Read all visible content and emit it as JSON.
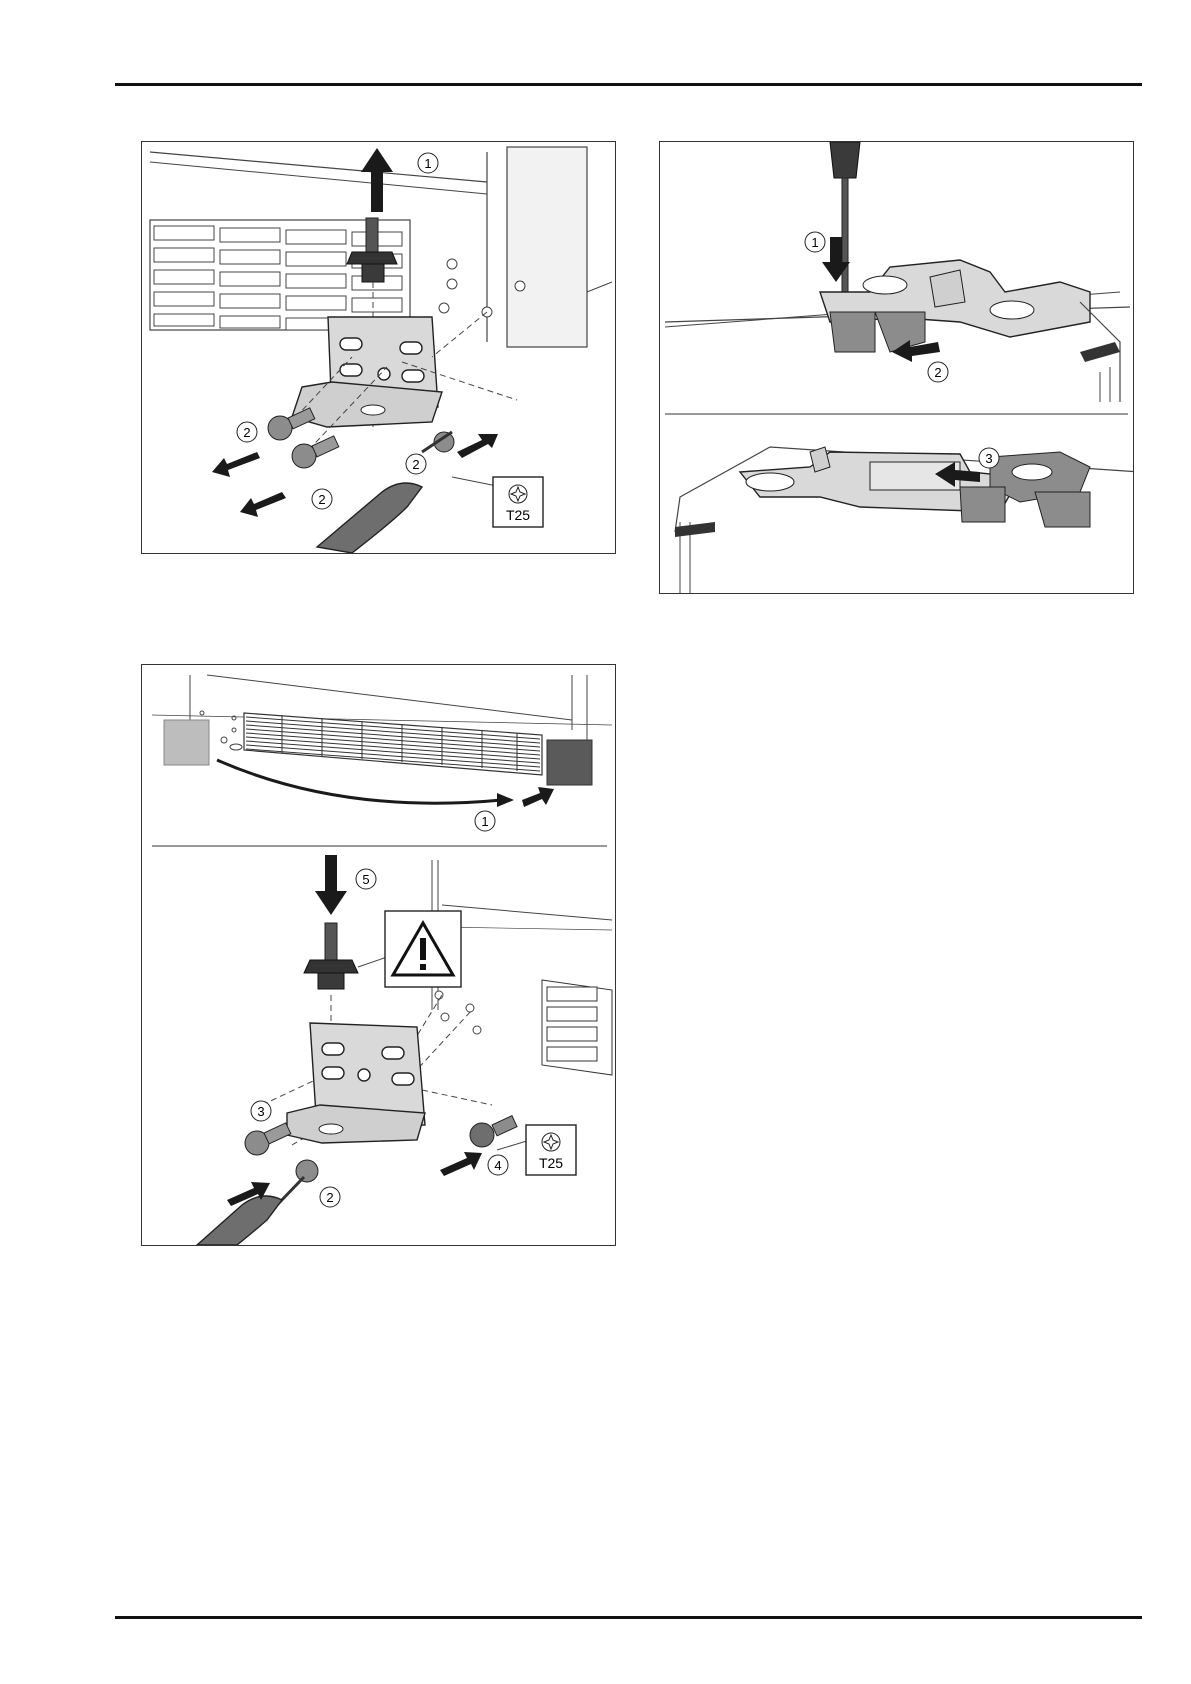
{
  "figures": {
    "fig_a": {
      "callouts": [
        "1",
        "2",
        "2",
        "2",
        "2"
      ],
      "tool": {
        "icon": "torx-icon",
        "label": "T25"
      }
    },
    "fig_b": {
      "callouts": [
        "1",
        "2",
        "3"
      ]
    },
    "fig_c": {
      "callouts": [
        "1",
        "5",
        "3",
        "2",
        "4"
      ],
      "tool": {
        "icon": "torx-icon",
        "label": "T25"
      },
      "warning_icon": "warning-triangle-icon"
    }
  },
  "colors": {
    "line": "#222222",
    "part_fill": "#d9d9d9",
    "dark_part": "#3a3a3a",
    "mid_grey": "#8c8c8c",
    "rule": "#111111"
  }
}
